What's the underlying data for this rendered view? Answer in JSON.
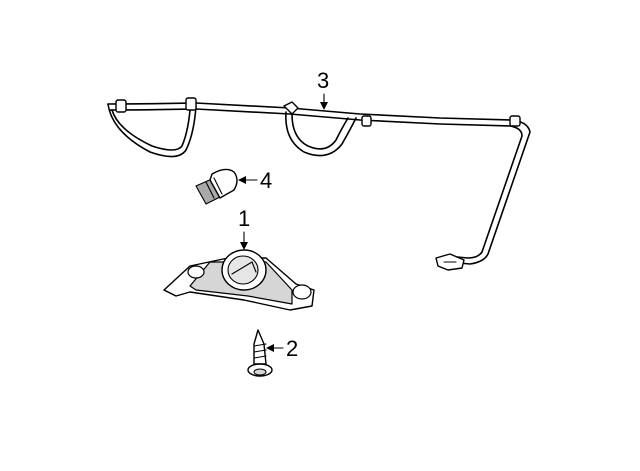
{
  "callouts": [
    {
      "id": "1",
      "label": "1"
    },
    {
      "id": "2",
      "label": "2"
    },
    {
      "id": "3",
      "label": "3"
    },
    {
      "id": "4",
      "label": "4"
    }
  ],
  "colors": {
    "line": "#000000",
    "background": "#ffffff",
    "shade": "#d6d6d6"
  }
}
